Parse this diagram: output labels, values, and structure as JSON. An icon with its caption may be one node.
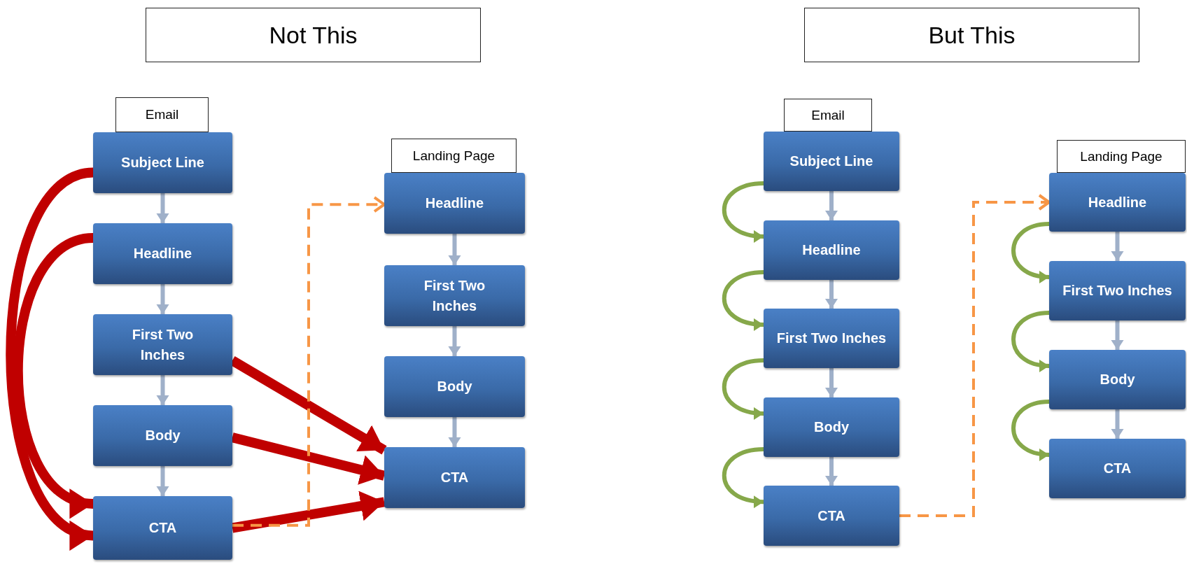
{
  "diagram": {
    "nodes": [
      {
        "text": [
          "Not This"
        ]
      },
      {
        "text": [
          "Email"
        ]
      },
      {
        "text": [
          "Subject Line"
        ]
      },
      {
        "text": [
          "Headline"
        ]
      },
      {
        "text": [
          "First Two Inches"
        ]
      },
      {
        "text": [
          "Body"
        ]
      },
      {
        "text": [
          "CTA"
        ]
      },
      {
        "text": [
          "Landing Page"
        ]
      },
      {
        "text": [
          "Headline"
        ]
      },
      {
        "text": [
          "First Two Inches"
        ]
      },
      {
        "text": [
          "Body"
        ]
      },
      {
        "text": [
          "CTA"
        ]
      },
      {
        "text": [
          "But This"
        ]
      },
      {
        "text": [
          "Email"
        ]
      },
      {
        "text": [
          "Subject Line"
        ]
      },
      {
        "text": [
          "Headline"
        ]
      },
      {
        "text": [
          "First Two Inches"
        ]
      },
      {
        "text": [
          "Body"
        ]
      },
      {
        "text": [
          "CTA"
        ]
      },
      {
        "text": [
          "Landing Page"
        ]
      },
      {
        "text": [
          "Headline"
        ]
      },
      {
        "text": [
          "First Two Inches"
        ]
      },
      {
        "text": [
          "Body"
        ]
      },
      {
        "text": [
          "CTA"
        ]
      }
    ],
    "edges": [
      {
        "from": 2,
        "to": 3,
        "arrow": "to"
      },
      {
        "from": 3,
        "to": 4,
        "arrow": "to"
      },
      {
        "from": 4,
        "to": 5,
        "arrow": "to"
      },
      {
        "from": 5,
        "to": 6,
        "arrow": "to"
      },
      {
        "from": 8,
        "to": 9,
        "arrow": "to"
      },
      {
        "from": 9,
        "to": 10,
        "arrow": "to"
      },
      {
        "from": 10,
        "to": 11,
        "arrow": "to"
      },
      {
        "from": 2,
        "to": 6,
        "arrow": "to",
        "style": "thick",
        "color": "#c00000"
      },
      {
        "from": 3,
        "to": 6,
        "arrow": "to",
        "style": "thick",
        "color": "#c00000"
      },
      {
        "from": 4,
        "to": 11,
        "arrow": "to",
        "style": "thick",
        "color": "#c00000"
      },
      {
        "from": 5,
        "to": 11,
        "arrow": "to",
        "style": "thick",
        "color": "#c00000"
      },
      {
        "from": 6,
        "to": 11,
        "arrow": "to",
        "style": "thick",
        "color": "#c00000"
      },
      {
        "from": 6,
        "to": 8,
        "arrow": "to",
        "style": "dashed",
        "color": "#f79646"
      },
      {
        "from": 14,
        "to": 15,
        "arrow": "to"
      },
      {
        "from": 15,
        "to": 16,
        "arrow": "to"
      },
      {
        "from": 16,
        "to": 17,
        "arrow": "to"
      },
      {
        "from": 17,
        "to": 18,
        "arrow": "to"
      },
      {
        "from": 20,
        "to": 21,
        "arrow": "to"
      },
      {
        "from": 21,
        "to": 22,
        "arrow": "to"
      },
      {
        "from": 22,
        "to": 23,
        "arrow": "to"
      },
      {
        "from": 14,
        "to": 15,
        "arrow": "to",
        "color": "#86a84a"
      },
      {
        "from": 15,
        "to": 16,
        "arrow": "to",
        "color": "#86a84a"
      },
      {
        "from": 16,
        "to": 17,
        "arrow": "to",
        "color": "#86a84a"
      },
      {
        "from": 17,
        "to": 18,
        "arrow": "to",
        "color": "#86a84a"
      },
      {
        "from": 20,
        "to": 21,
        "arrow": "to",
        "color": "#86a84a"
      },
      {
        "from": 21,
        "to": 22,
        "arrow": "to",
        "color": "#86a84a"
      },
      {
        "from": 22,
        "to": 23,
        "arrow": "to",
        "color": "#86a84a"
      },
      {
        "from": 18,
        "to": 20,
        "arrow": "to",
        "style": "dashed",
        "color": "#f79646"
      }
    ]
  }
}
